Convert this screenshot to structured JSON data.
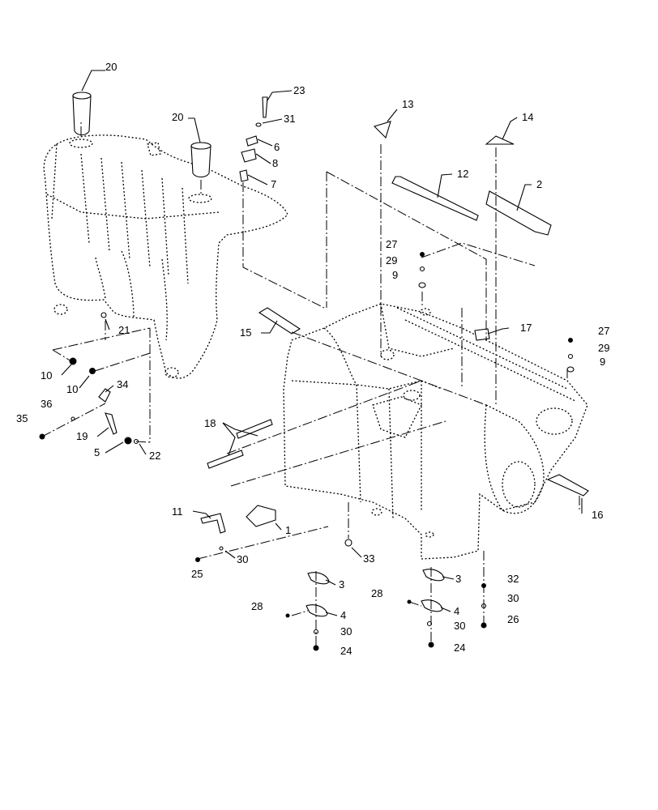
{
  "diagram": {
    "callouts": [
      {
        "id": "c1",
        "text": "20"
      },
      {
        "id": "c2",
        "text": "20"
      },
      {
        "id": "c3",
        "text": "23"
      },
      {
        "id": "c4",
        "text": "31"
      },
      {
        "id": "c5",
        "text": "6"
      },
      {
        "id": "c6",
        "text": "8"
      },
      {
        "id": "c7",
        "text": "7"
      },
      {
        "id": "c8",
        "text": "13"
      },
      {
        "id": "c9",
        "text": "14"
      },
      {
        "id": "c10",
        "text": "12"
      },
      {
        "id": "c11",
        "text": "2"
      },
      {
        "id": "c12",
        "text": "27"
      },
      {
        "id": "c13",
        "text": "29"
      },
      {
        "id": "c14",
        "text": "9"
      },
      {
        "id": "c15",
        "text": "21"
      },
      {
        "id": "c16",
        "text": "15"
      },
      {
        "id": "c17",
        "text": "17"
      },
      {
        "id": "c18",
        "text": "27"
      },
      {
        "id": "c19",
        "text": "29"
      },
      {
        "id": "c20",
        "text": "9"
      },
      {
        "id": "c21",
        "text": "10"
      },
      {
        "id": "c22",
        "text": "10"
      },
      {
        "id": "c23",
        "text": "34"
      },
      {
        "id": "c24",
        "text": "36"
      },
      {
        "id": "c25",
        "text": "35"
      },
      {
        "id": "c26",
        "text": "19"
      },
      {
        "id": "c27",
        "text": "5"
      },
      {
        "id": "c28",
        "text": "22"
      },
      {
        "id": "c29",
        "text": "18"
      },
      {
        "id": "c30",
        "text": "16"
      },
      {
        "id": "c31",
        "text": "11"
      },
      {
        "id": "c32",
        "text": "1"
      },
      {
        "id": "c33",
        "text": "30"
      },
      {
        "id": "c34",
        "text": "25"
      },
      {
        "id": "c35",
        "text": "33"
      },
      {
        "id": "c36",
        "text": "3"
      },
      {
        "id": "c37",
        "text": "3"
      },
      {
        "id": "c38",
        "text": "28"
      },
      {
        "id": "c39",
        "text": "4"
      },
      {
        "id": "c40",
        "text": "30"
      },
      {
        "id": "c41",
        "text": "24"
      },
      {
        "id": "c42",
        "text": "28"
      },
      {
        "id": "c43",
        "text": "4"
      },
      {
        "id": "c44",
        "text": "30"
      },
      {
        "id": "c45",
        "text": "24"
      },
      {
        "id": "c46",
        "text": "32"
      },
      {
        "id": "c47",
        "text": "30"
      },
      {
        "id": "c48",
        "text": "26"
      }
    ]
  }
}
